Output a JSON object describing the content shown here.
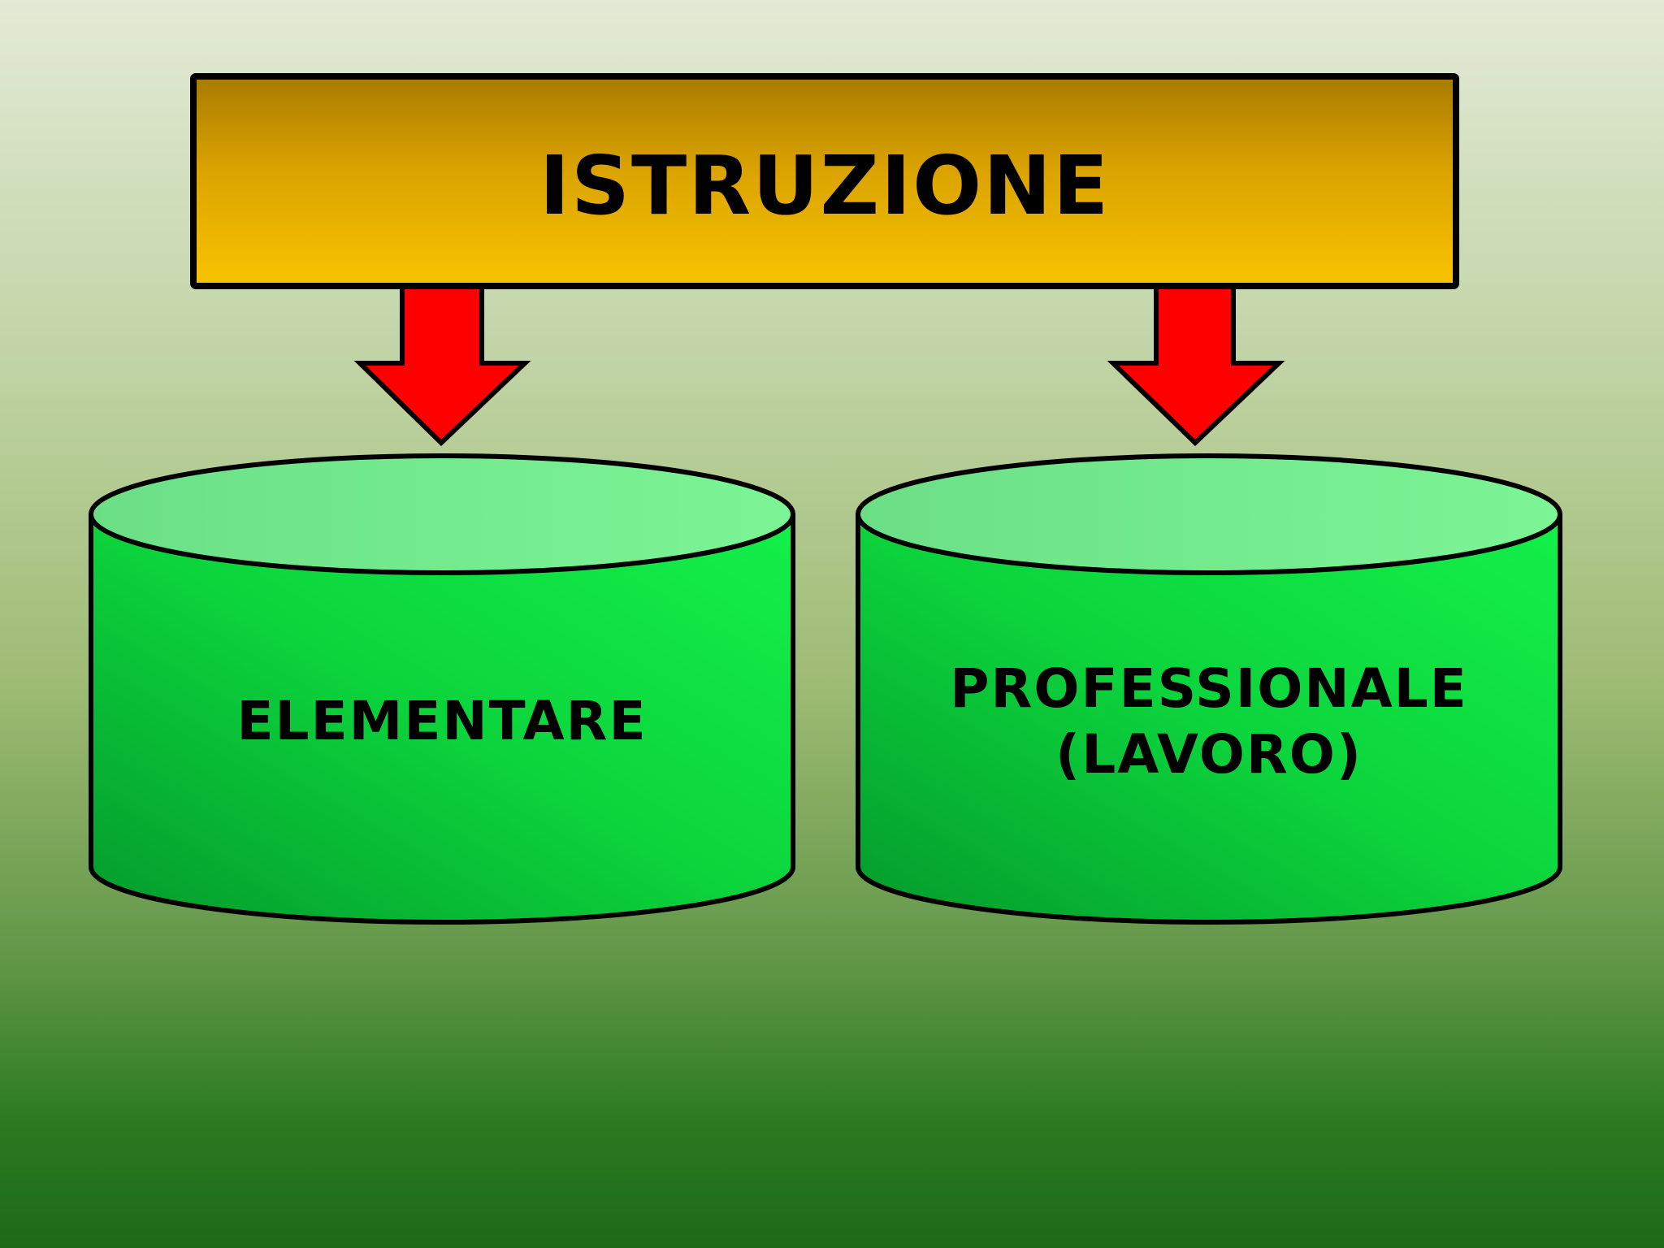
{
  "diagram": {
    "title": "ISTRUZIONE",
    "nodes": [
      {
        "id": "elementare",
        "lines": [
          "ELEMENTARE"
        ]
      },
      {
        "id": "professionale",
        "lines": [
          "PROFESSIONALE",
          "(LAVORO)"
        ]
      }
    ],
    "edges": [
      {
        "from": "ISTRUZIONE",
        "to": "elementare"
      },
      {
        "from": "ISTRUZIONE",
        "to": "professionale"
      }
    ],
    "colors": {
      "title_fill_top": "#a87b00",
      "title_fill_bottom": "#f8c400",
      "arrow": "#ff0000",
      "cylinder_body_left": "#049a2c",
      "cylinder_body_right": "#14f04a",
      "cylinder_top": "#74ec90",
      "outline": "#000000"
    }
  }
}
